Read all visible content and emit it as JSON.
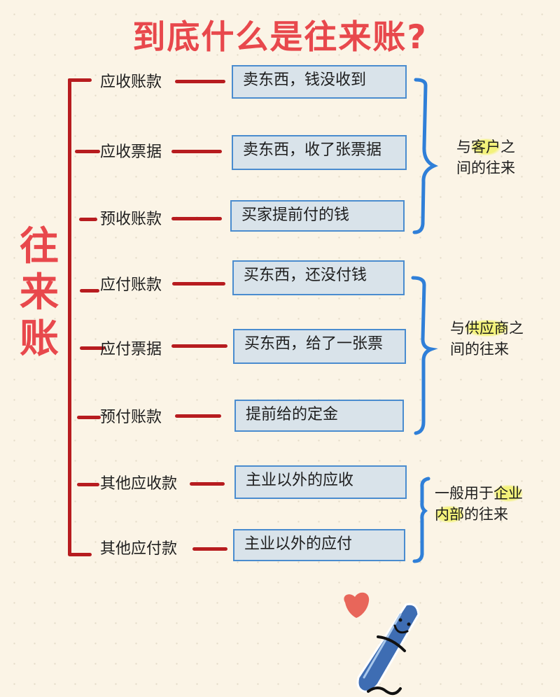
{
  "title": "到底什么是往来账?",
  "side_title": [
    "往",
    "来",
    "账"
  ],
  "rows": [
    {
      "term": "应收账款",
      "meaning": "卖东西，钱没收到"
    },
    {
      "term": "应收票据",
      "meaning": "卖东西，收了张票据"
    },
    {
      "term": "预收账款",
      "meaning": "买家提前付的钱"
    },
    {
      "term": "应付账款",
      "meaning": "买东西，还没付钱"
    },
    {
      "term": "应付票据",
      "meaning": "买东西，给了一张票"
    },
    {
      "term": "预付账款",
      "meaning": "提前给的定金"
    },
    {
      "term": "其他应收款",
      "meaning": "主业以外的应收"
    },
    {
      "term": "其他应付款",
      "meaning": "主业以外的应付"
    }
  ],
  "groups": [
    {
      "line1_pre": "与",
      "line1_hl": "客户",
      "line1_post": "之",
      "line2_hl": "",
      "line2_post": "间的往来"
    },
    {
      "line1_pre": "与",
      "line1_hl": "供应商",
      "line1_post": "之",
      "line2_hl": "",
      "line2_post": "间的往来"
    },
    {
      "line1_pre": "一般用于",
      "line1_hl": "企业",
      "line1_post": "",
      "line2_hl": "内部",
      "line2_post": "的往来"
    }
  ],
  "colors": {
    "title_red": "#e8484c",
    "tree_red": "#b71c1f",
    "box_fill": "#d9e3ea",
    "box_border": "#4a8ccf",
    "brace_blue": "#2f7fd8",
    "highlight": "#f3f27a",
    "background": "#fbf4e6"
  },
  "decorations": [
    "heart-icon",
    "pen-mascot-icon"
  ]
}
